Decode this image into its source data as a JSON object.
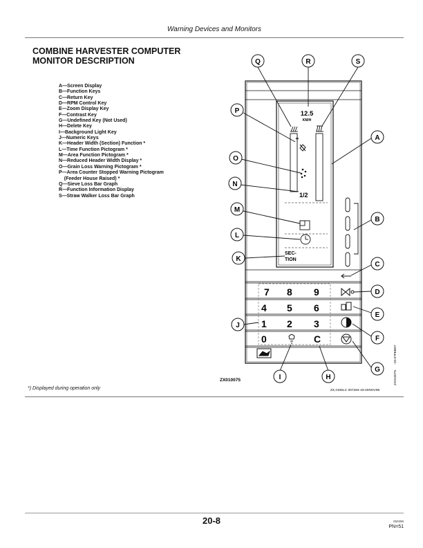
{
  "header": {
    "title": "Warning Devices and Monitors"
  },
  "section": {
    "title_line1": "COMBINE HARVESTER COMPUTER",
    "title_line2": "MONITOR DESCRIPTION"
  },
  "legend": [
    "A—Screen Display",
    "B—Function Keys",
    "C—Return Key",
    "D—RPM Control Key",
    "E—Zoom Display Key",
    "F—Contrast Key",
    "G—Undefined Key (Not Used)",
    "H—Delete Key",
    "I—Background Light Key",
    "J—Numeric Keys",
    "K—Header Width (Section) Function *",
    "L—Time Function Pictogram *",
    "M—Area Function Pictogram *",
    "N—Reduced Header Width Display *",
    "O—Grain Loss Warning Pictogram *",
    "P—Area Counter Stopped Warning Pictogram",
    "    (Feeder House Raised) *",
    "Q—Sieve Loss Bar Graph",
    "R—Function Information Display",
    "S—Straw Walker Loss Bar Graph"
  ],
  "callouts": [
    "Q",
    "R",
    "S",
    "P",
    "A",
    "O",
    "N",
    "B",
    "M",
    "L",
    "K",
    "C",
    "D",
    "E",
    "J",
    "F",
    "G",
    "I",
    "H"
  ],
  "display": {
    "speed": "12.5",
    "speed_unit": "KM/H",
    "reduced_width": "1/2",
    "section_line1": "SEC-",
    "section_line2": "TION"
  },
  "keypad": {
    "row1": [
      "7",
      "8",
      "9"
    ],
    "row2": [
      "4",
      "5",
      "6"
    ],
    "row3": [
      "1",
      "2",
      "3"
    ],
    "row4": [
      "0",
      "C"
    ]
  },
  "figure": {
    "id": "ZX010075",
    "side_code_1": "ZX010075",
    "side_code_2": "-19-07FEB97",
    "credit": "ZX,CMSLC 007284-19-20NOV96"
  },
  "footnote": "*) Displayed during operation only",
  "footer": {
    "page_number": "20-8",
    "code": "050399",
    "pn": "PN=51"
  }
}
